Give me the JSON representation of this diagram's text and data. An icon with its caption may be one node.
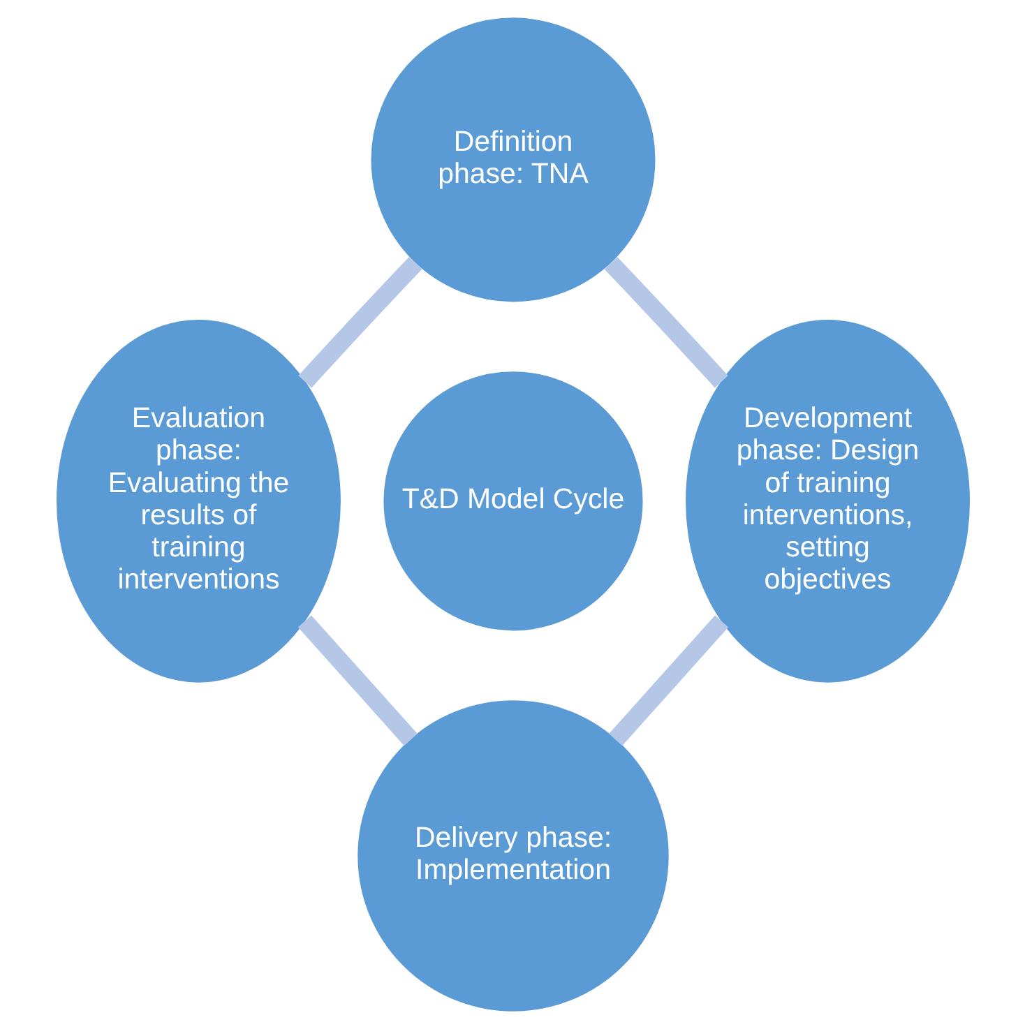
{
  "diagram": {
    "nodes": [
      {
        "text": [
          "Definition phase: TNA"
        ]
      },
      {
        "text": [
          "Development phase: Design of training interventions, setting objectives"
        ]
      },
      {
        "text": [
          "Delivery phase: Implementation"
        ]
      },
      {
        "text": [
          "Evaluation phase: Evaluating the results of training interventions"
        ]
      },
      {
        "text": [
          "T&D Model Cycle"
        ]
      }
    ],
    "edges": [
      {
        "from": 0,
        "to": 1,
        "arrow": "none"
      },
      {
        "from": 1,
        "to": 2,
        "arrow": "none"
      },
      {
        "from": 2,
        "to": 3,
        "arrow": "none"
      },
      {
        "from": 3,
        "to": 0,
        "arrow": "none"
      }
    ]
  }
}
